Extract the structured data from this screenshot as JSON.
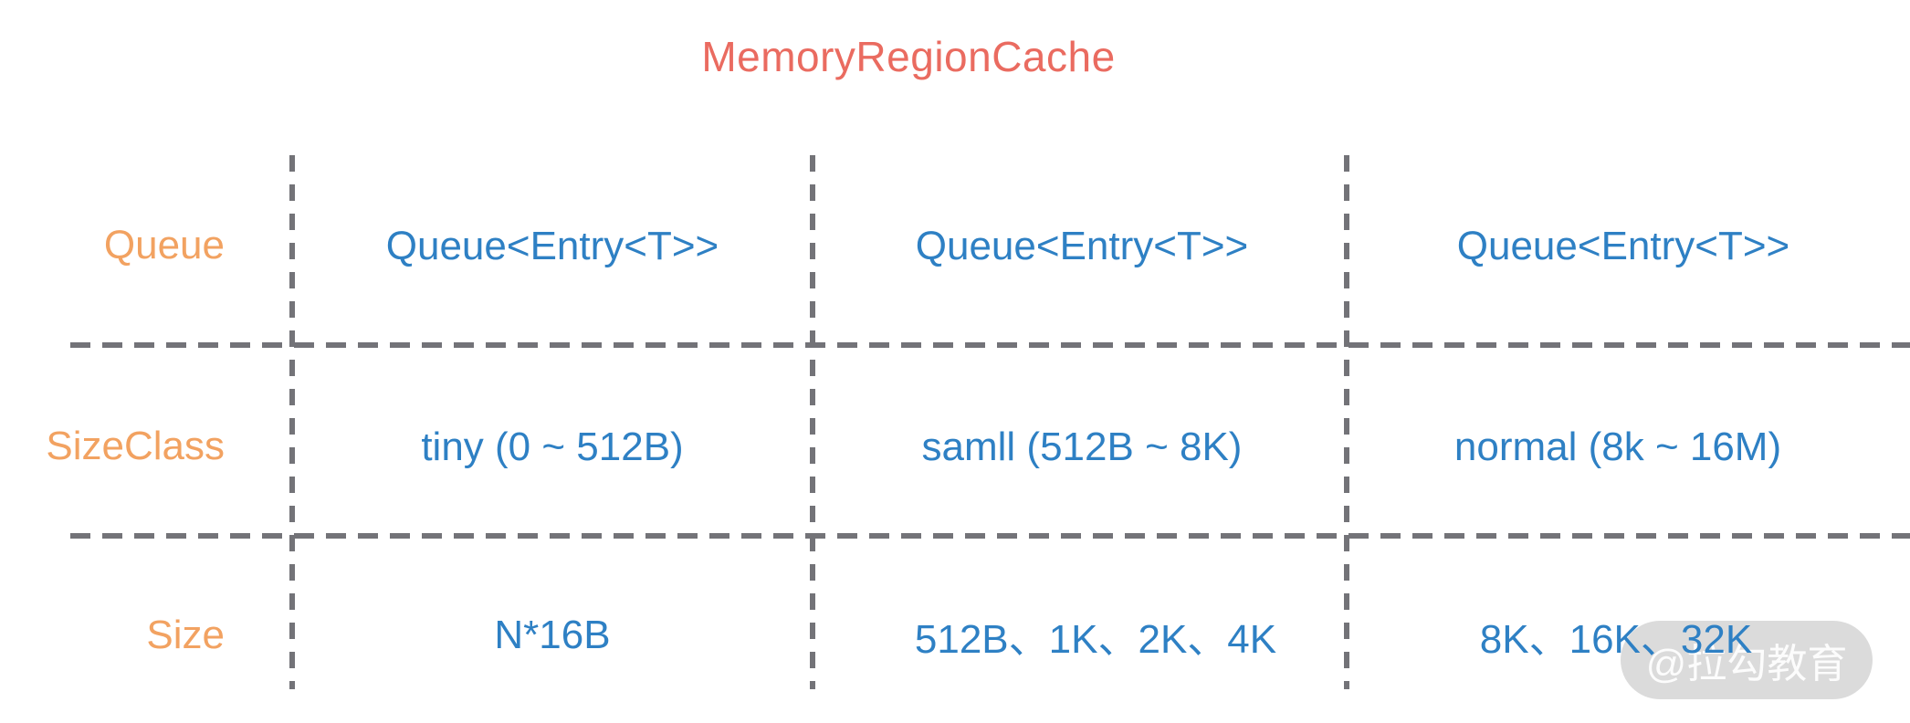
{
  "title": "MemoryRegionCache",
  "colors": {
    "title_text": "#ea6b60",
    "row_label_text": "#f2a261",
    "cell_text": "#2e80c4",
    "grid_line": "#737378",
    "watermark_bg": "#dbdbdb",
    "watermark_text": "#ffffff",
    "background": "#ffffff"
  },
  "table": {
    "rows": [
      {
        "label": "Queue",
        "cells": [
          "Queue<Entry<T>>",
          "Queue<Entry<T>>",
          "Queue<Entry<T>>"
        ]
      },
      {
        "label": "SizeClass",
        "cells": [
          "tiny (0 ~ 512B)",
          "samll (512B ~ 8K)",
          "normal (8k ~ 16M)"
        ]
      },
      {
        "label": "Size",
        "cells": [
          "N*16B",
          "512B、1K、2K、4K",
          "8K、16K、32K"
        ]
      }
    ]
  },
  "watermark": "@拉勾教育"
}
